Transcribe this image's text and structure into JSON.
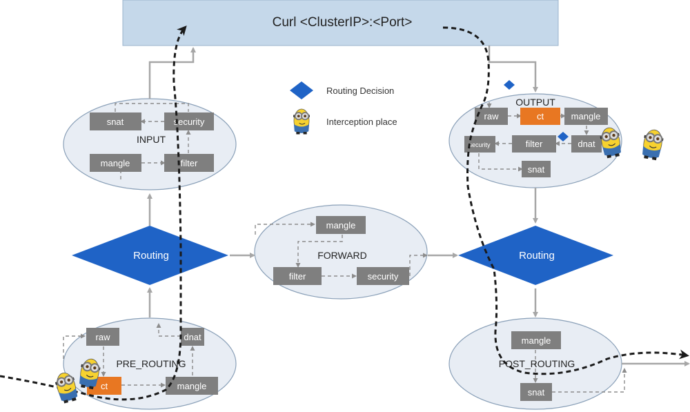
{
  "header": {
    "text": "Curl <ClusterIP>:<Port>"
  },
  "legend": {
    "routing_decision": "Routing Decision",
    "interception_place": "Interception place"
  },
  "chains": {
    "input": "INPUT",
    "output": "OUTPUT",
    "forward": "FORWARD",
    "pre_routing": "PRE_ROUTING",
    "post_routing": "POST_ROUTING"
  },
  "routing": {
    "left": "Routing",
    "right": "Routing"
  },
  "tables": {
    "input_snat": "snat",
    "input_security": "security",
    "input_mangle": "mangle",
    "input_filter": "filter",
    "output_raw": "raw",
    "output_ct": "ct",
    "output_mangle": "mangle",
    "output_security": "security",
    "output_filter": "filter",
    "output_dnat": "dnat",
    "output_snat": "snat",
    "forward_mangle": "mangle",
    "forward_filter": "filter",
    "forward_security": "security",
    "pre_raw": "raw",
    "pre_dnat": "dnat",
    "pre_ct": "ct",
    "pre_mangle": "mangle",
    "post_mangle": "mangle",
    "post_snat": "snat"
  },
  "colors": {
    "header_fill": "#c5d8ea",
    "ellipse_fill": "#e8edf4",
    "box_fill": "#7f7f7f",
    "ct_fill": "#e87722",
    "diamond_fill": "#1f63c6",
    "arrow_gray": "#a6a6a6",
    "dash_gray": "#8c8c8c"
  }
}
